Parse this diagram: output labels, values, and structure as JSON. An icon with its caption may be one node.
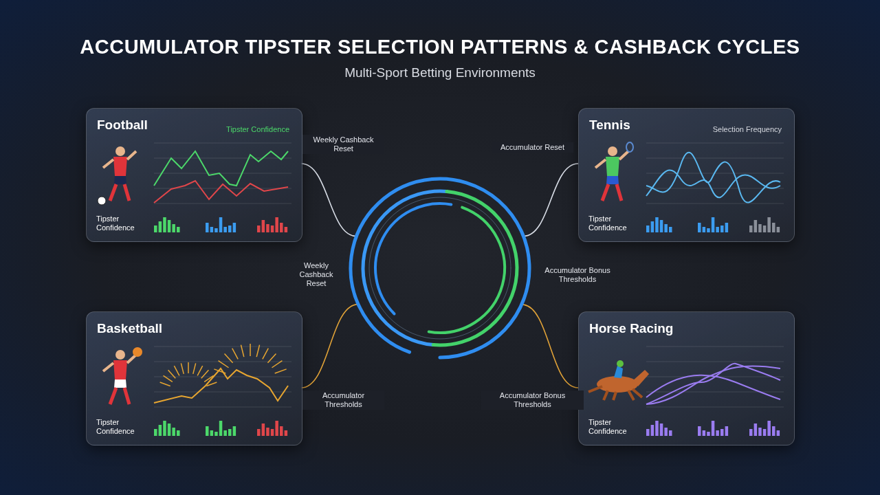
{
  "diagram": {
    "title": "ACCUMULATOR TIPSTER SELECTION PATTERNS & CASHBACK CYCLES",
    "nodes": [
      {
        "text": [
          "Football",
          "Tipster Confidence",
          "Tipster Confidence"
        ]
      },
      {
        "text": [
          "Tennis",
          "Selection Frequency",
          "Tipster Confidence"
        ]
      },
      {
        "text": [
          "Basketball",
          "Tipster Confidence"
        ]
      },
      {
        "text": [
          "Horse Racing",
          "Tipster Confidence"
        ]
      },
      {
        "text": [],
        "shape": "circle"
      }
    ],
    "edges": [
      {
        "from": 0,
        "to": 4,
        "arrow": "none",
        "label": "Weekly Cashback Reset"
      },
      {
        "from": 1,
        "to": 4,
        "arrow": "none",
        "label": "Accumulator Reset"
      },
      {
        "from": 2,
        "to": 4,
        "arrow": "none",
        "label": "Accumulator Thresholds",
        "color": "#e0a238"
      },
      {
        "from": 3,
        "to": 4,
        "arrow": "none",
        "label": "Accumulator Bonus Thresholds",
        "color": "#e0a238"
      }
    ],
    "labels": [
      "Multi-Sport Betting Environments",
      "Weekly Cashback Reset",
      "Accumulator Bonus Thresholds"
    ]
  }
}
